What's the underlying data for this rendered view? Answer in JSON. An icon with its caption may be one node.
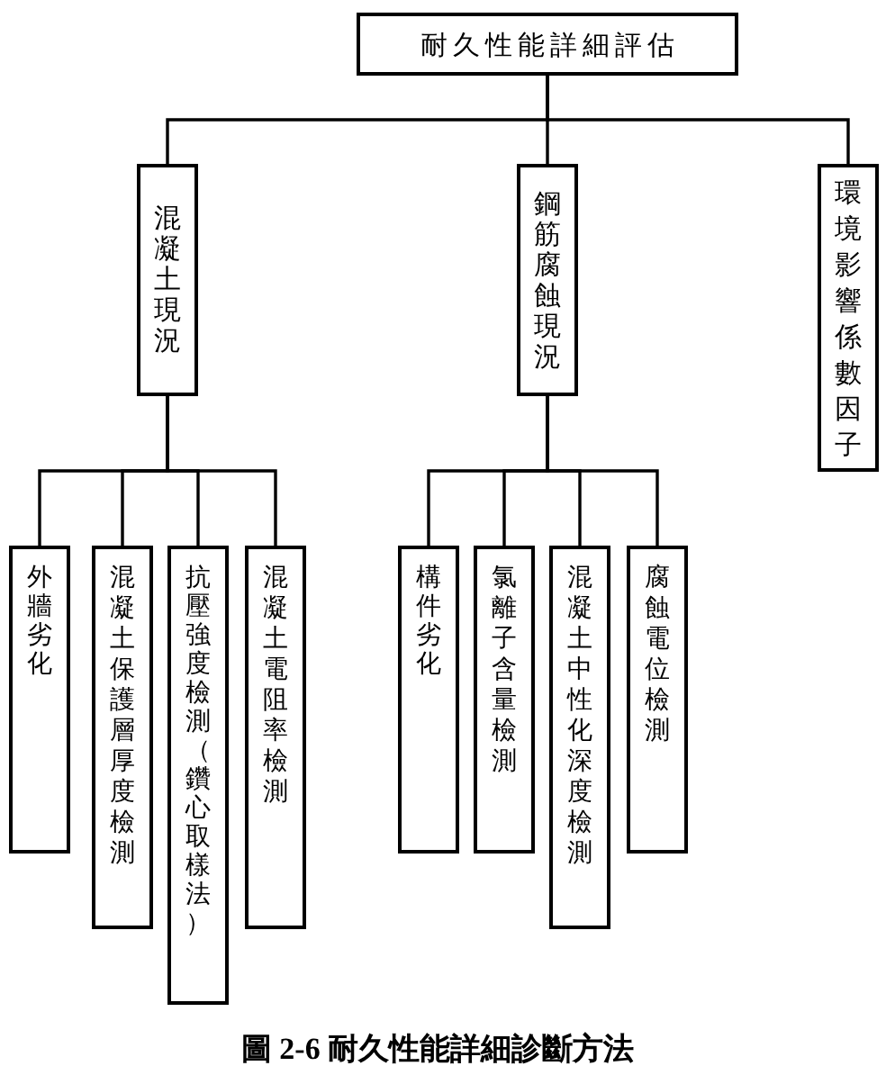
{
  "diagram": {
    "caption": "圖 2-6 耐久性能詳細診斷方法",
    "nodes": [
      {
        "text": [
          "耐久性能詳細評估"
        ]
      },
      {
        "text": [
          "混凝土現況"
        ]
      },
      {
        "text": [
          "鋼筋腐蝕現況"
        ]
      },
      {
        "text": [
          "環境影響係數因子"
        ]
      },
      {
        "text": [
          "外牆劣化"
        ]
      },
      {
        "text": [
          "混凝土保護層厚度檢測"
        ]
      },
      {
        "text": [
          "抗壓強度檢測（鑽心取樣法）"
        ]
      },
      {
        "text": [
          "混凝土電阻率檢測"
        ]
      },
      {
        "text": [
          "構件劣化"
        ]
      },
      {
        "text": [
          "氯離子含量檢測"
        ]
      },
      {
        "text": [
          "混凝土中性化深度檢測"
        ]
      },
      {
        "text": [
          "腐蝕電位檢測"
        ]
      }
    ],
    "edges": [
      {
        "from": 0,
        "to": 1,
        "arrow": "none"
      },
      {
        "from": 0,
        "to": 2,
        "arrow": "none"
      },
      {
        "from": 0,
        "to": 3,
        "arrow": "none"
      },
      {
        "from": 1,
        "to": 4,
        "arrow": "none"
      },
      {
        "from": 1,
        "to": 5,
        "arrow": "none"
      },
      {
        "from": 1,
        "to": 6,
        "arrow": "none"
      },
      {
        "from": 1,
        "to": 7,
        "arrow": "none"
      },
      {
        "from": 2,
        "to": 8,
        "arrow": "none"
      },
      {
        "from": 2,
        "to": 9,
        "arrow": "none"
      },
      {
        "from": 2,
        "to": 10,
        "arrow": "none"
      },
      {
        "from": 2,
        "to": 11,
        "arrow": "none"
      }
    ]
  }
}
